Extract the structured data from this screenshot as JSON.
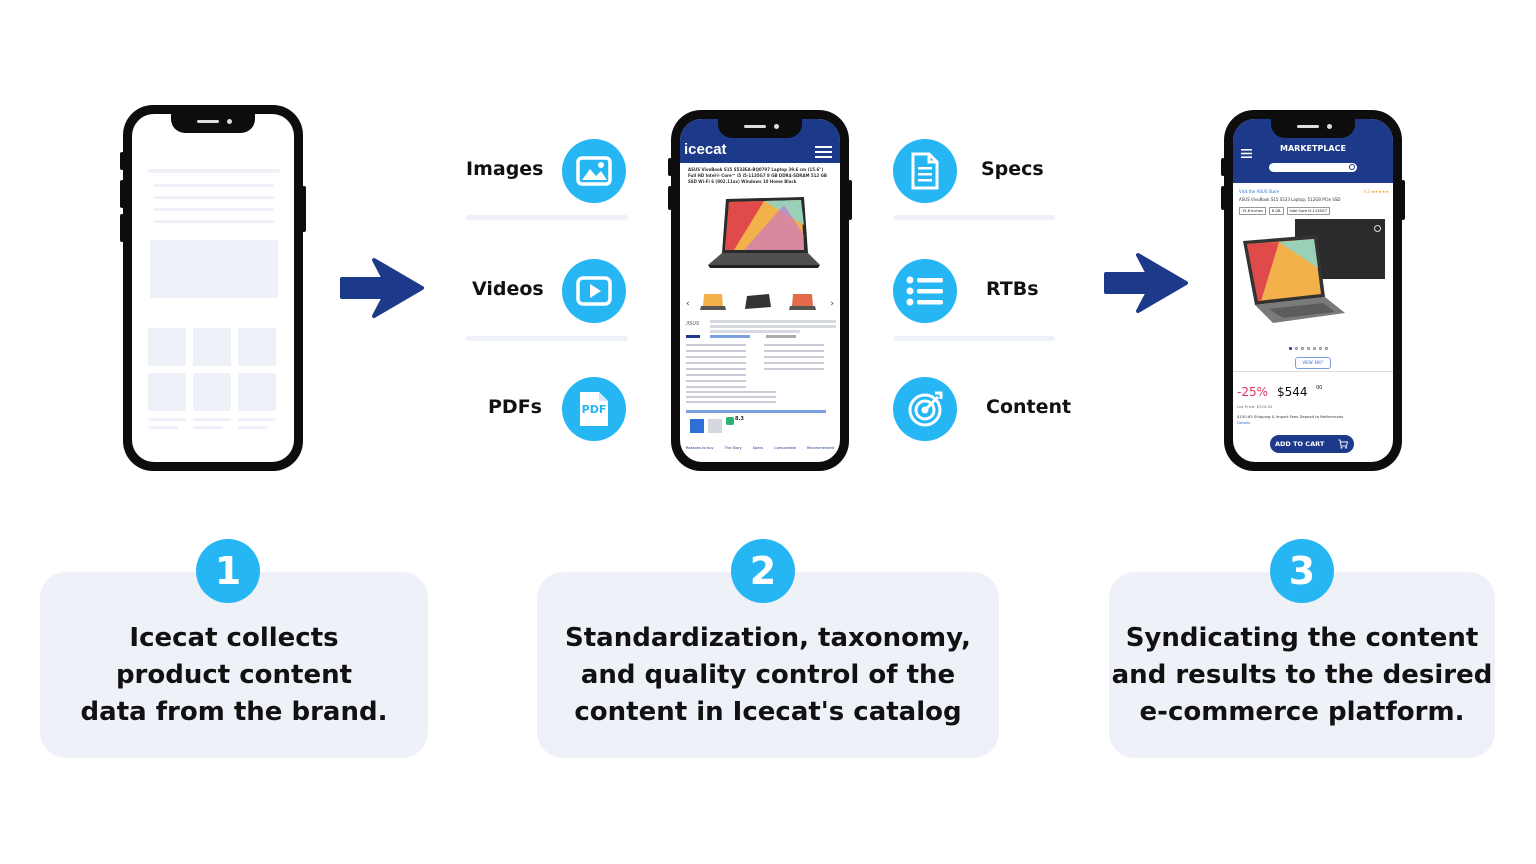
{
  "features_left": [
    {
      "label": "Images",
      "icon": "image-icon"
    },
    {
      "label": "Videos",
      "icon": "play-icon"
    },
    {
      "label": "PDFs",
      "icon": "pdf-icon",
      "icon_text": "PDF"
    }
  ],
  "features_right": [
    {
      "label": "Specs",
      "icon": "document-icon"
    },
    {
      "label": "RTBs",
      "icon": "list-icon"
    },
    {
      "label": "Content",
      "icon": "target-icon"
    }
  ],
  "phone2": {
    "brand": "icecat",
    "title": "ASUS VivoBook S15 S533EA-BQ0707 Laptop 39.6 cm (15.6\") Full HD Intel® Core™ i5 i5-1135G7 8 GB DDR4-SDRAM 512 GB SSD Wi-Fi 6 (802.11ax) Windows 10 Home Black",
    "score": "8.3",
    "tabs": [
      "Reasons to buy",
      "The Story",
      "Specs",
      "Comparable",
      "Recommended"
    ]
  },
  "phone3": {
    "header": "MARKETPLACE",
    "store_link": "Visit the ASUS Store",
    "rating": "4.3 ★★★★★",
    "product": "ASUS VivoBook S15 S533 Laptop, 512GB PCIe SSD",
    "chips": [
      "15.6 Inches",
      "8 GB",
      "Intel Core i5-1135G7"
    ],
    "view_label": "VIEW 360°",
    "discount": "-25%",
    "price": "$544",
    "price_cents": "00",
    "list_price": "List Price: $724.00",
    "shipping": "$150.63 Shipping & Import Fees Deposit to Netherlands",
    "details": "Details",
    "cart_label": "ADD TO CART"
  },
  "steps": [
    {
      "number": "1",
      "lines": [
        "Icecat collects",
        "product content",
        "data from the brand."
      ]
    },
    {
      "number": "2",
      "lines": [
        "Standardization, taxonomy,",
        "and quality control of the",
        "content in Icecat's catalog"
      ]
    },
    {
      "number": "3",
      "lines": [
        "Syndicating the content",
        "and results to the desired",
        "e-commerce platform."
      ]
    }
  ],
  "colors": {
    "accent": "#26b6f4",
    "navy": "#1d3a8a",
    "card": "#eef1f8"
  }
}
